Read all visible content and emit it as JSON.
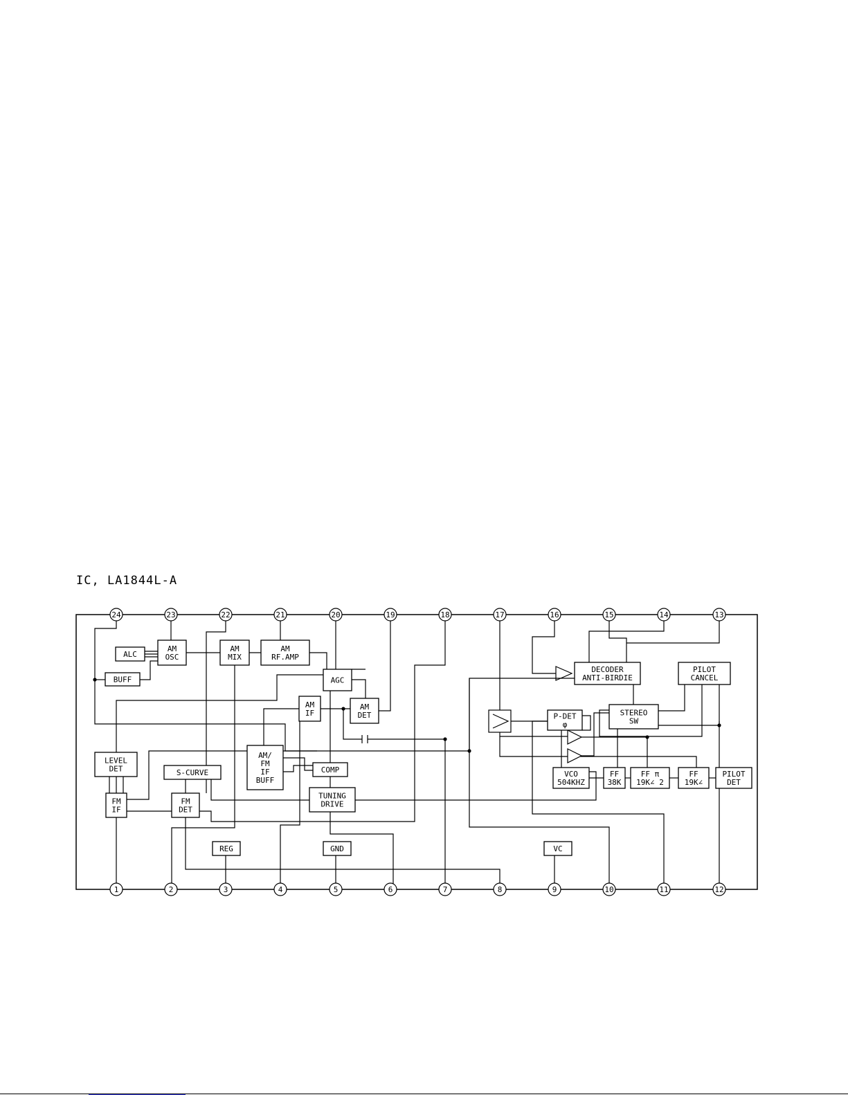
{
  "title": "IC, LA1844L-A",
  "pins_top": [
    "24",
    "23",
    "22",
    "21",
    "20",
    "19",
    "18",
    "17",
    "16",
    "15",
    "14",
    "13"
  ],
  "pins_bottom": [
    "1",
    "2",
    "3",
    "4",
    "5",
    "6",
    "7",
    "8",
    "9",
    "10",
    "11",
    "12"
  ],
  "blocks": {
    "alc": [
      "ALC"
    ],
    "buff": [
      "BUFF"
    ],
    "am_osc": [
      "AM",
      "OSC"
    ],
    "am_mix": [
      "AM",
      "MIX"
    ],
    "am_rf_amp": [
      "AM",
      "RF.AMP"
    ],
    "agc": [
      "AGC"
    ],
    "am_det": [
      "AM",
      "DET"
    ],
    "am_if": [
      "AM",
      "IF"
    ],
    "am_fm_if_buff": [
      "AM/",
      "FM",
      "IF",
      "BUFF"
    ],
    "level_det": [
      "LEVEL",
      "DET"
    ],
    "s_curve": [
      "S-CURVE"
    ],
    "comp": [
      "COMP"
    ],
    "fm_if": [
      "FM",
      "IF"
    ],
    "fm_det": [
      "FM",
      "DET"
    ],
    "tuning_drive": [
      "TUNING",
      "DRIVE"
    ],
    "reg": [
      "REG"
    ],
    "gnd": [
      "GND"
    ],
    "vc": [
      "VC"
    ],
    "decoder": [
      "DECODER",
      "ANTI-BIRDIE"
    ],
    "pilot_cancel": [
      "PILOT",
      "CANCEL"
    ],
    "stereo_sw": [
      "STEREO",
      "SW"
    ],
    "p_det": [
      "P-DET",
      "φ"
    ],
    "vco": [
      "VCO",
      "504KHZ"
    ],
    "ff_38k": [
      "FF",
      "38K"
    ],
    "ff_19k_2": [
      "FF  π",
      "19K∠ 2"
    ],
    "ff_19k": [
      "FF",
      "19K∠"
    ],
    "pilot_det": [
      "PILOT",
      "DET"
    ]
  }
}
